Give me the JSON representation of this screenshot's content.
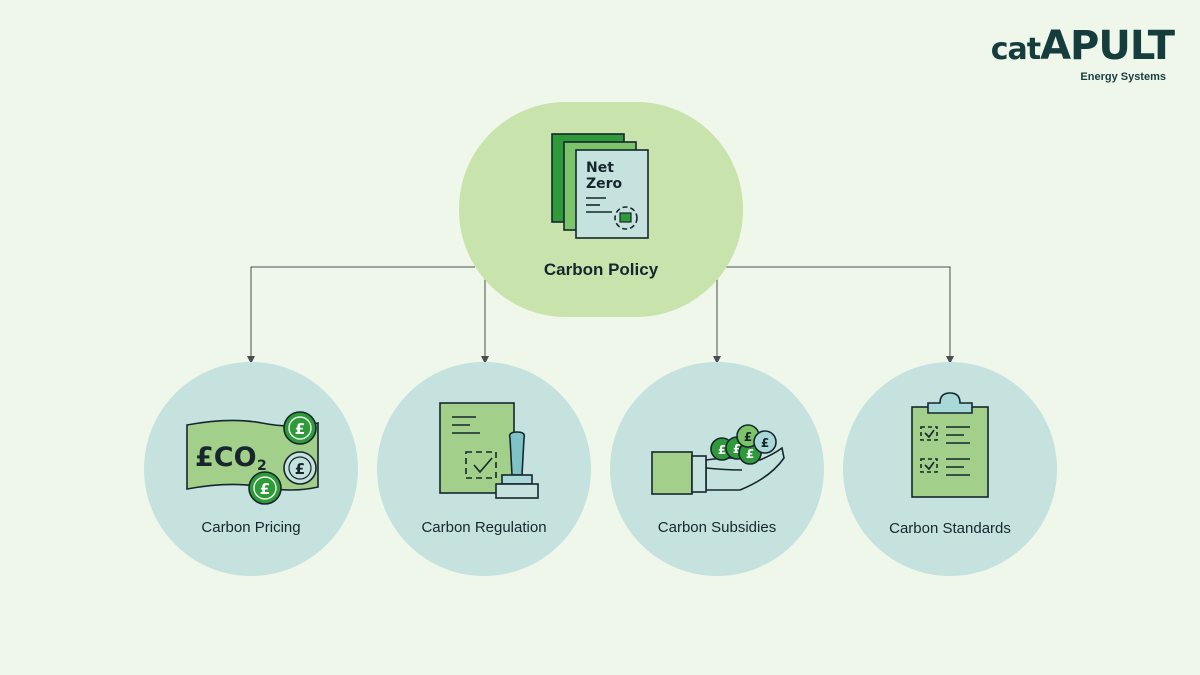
{
  "logo": {
    "word_lower": "cat",
    "word_upper": "APULT",
    "tagline": "Energy Systems"
  },
  "root": {
    "label": "Carbon Policy",
    "document_text_line1": "Net",
    "document_text_line2": "Zero",
    "icon": "net-zero-document-icon"
  },
  "children": [
    {
      "label": "Carbon Pricing",
      "icon": "co2-banknote-coins-icon",
      "note_text": "£CO",
      "note_subscript": "2",
      "coin_symbol": "£"
    },
    {
      "label": "Carbon Regulation",
      "icon": "document-stamp-icon"
    },
    {
      "label": "Carbon Subsidies",
      "icon": "hand-with-coins-icon",
      "coin_symbol": "£"
    },
    {
      "label": "Carbon Standards",
      "icon": "clipboard-checklist-icon"
    }
  ],
  "colors": {
    "background": "#eef7ea",
    "root_fill": "#c9e3ad",
    "child_fill": "#c5e2de",
    "green_dark": "#2e7d2e",
    "green_light": "#9dcc7a",
    "teal_light": "#a9d8d8",
    "ink": "#17262d",
    "logo": "#163d3d"
  }
}
